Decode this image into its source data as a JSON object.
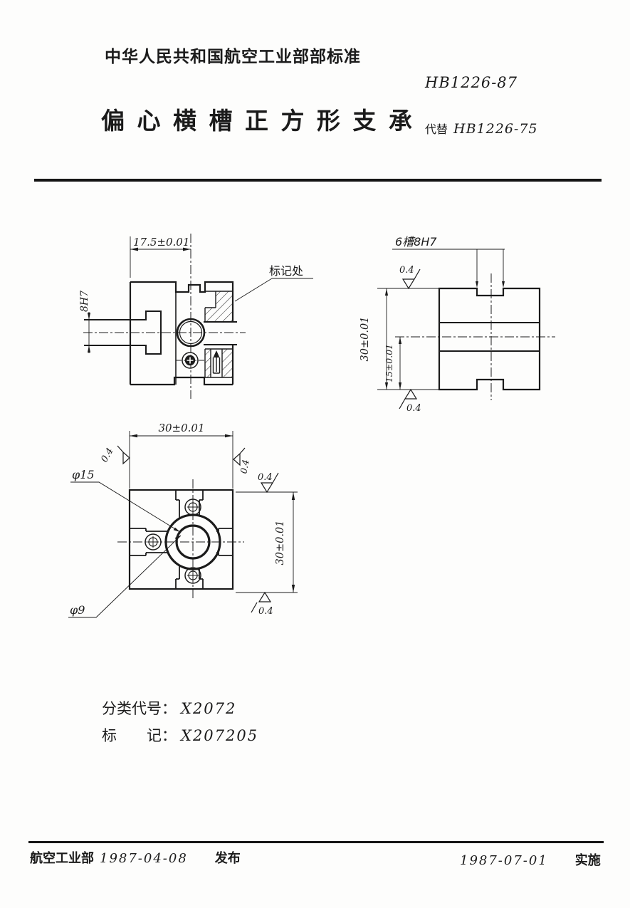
{
  "header": {
    "org_standard": "中华人民共和国航空工业部部标准",
    "standard_no": "HB1226-87",
    "title": "偏 心 横 槽 正 方 形 支 承",
    "replaces_label": "代替",
    "replaces_no": "HB1226-75"
  },
  "views": {
    "section": {
      "dim_top": "17.5±0.01",
      "slot_dim": "8H7",
      "mark_label": "标记处"
    },
    "side": {
      "groove_label": "6槽8H7",
      "finish_top": "0.4",
      "dim_full": "30±0.01",
      "dim_half": "15±0.01",
      "finish_bottom": "0.4"
    },
    "plan": {
      "dim_top": "30±0.01",
      "finish_top_left": "0.4",
      "finish_top_right": "0.4",
      "finish_right": "0.4",
      "dia_outer": "φ15",
      "dia_inner": "φ9",
      "dim_right": "30±0.01",
      "finish_bottom": "0.4"
    }
  },
  "classification": {
    "code_label": "分类代号：",
    "code_value": "X2072",
    "mark_label": "标　　记：",
    "mark_value": "X207205"
  },
  "footer": {
    "issuer": "航空工业部",
    "issue_date": "1987-04-08",
    "issue_action": "发布",
    "impl_date": "1987-07-01",
    "impl_action": "实施"
  }
}
